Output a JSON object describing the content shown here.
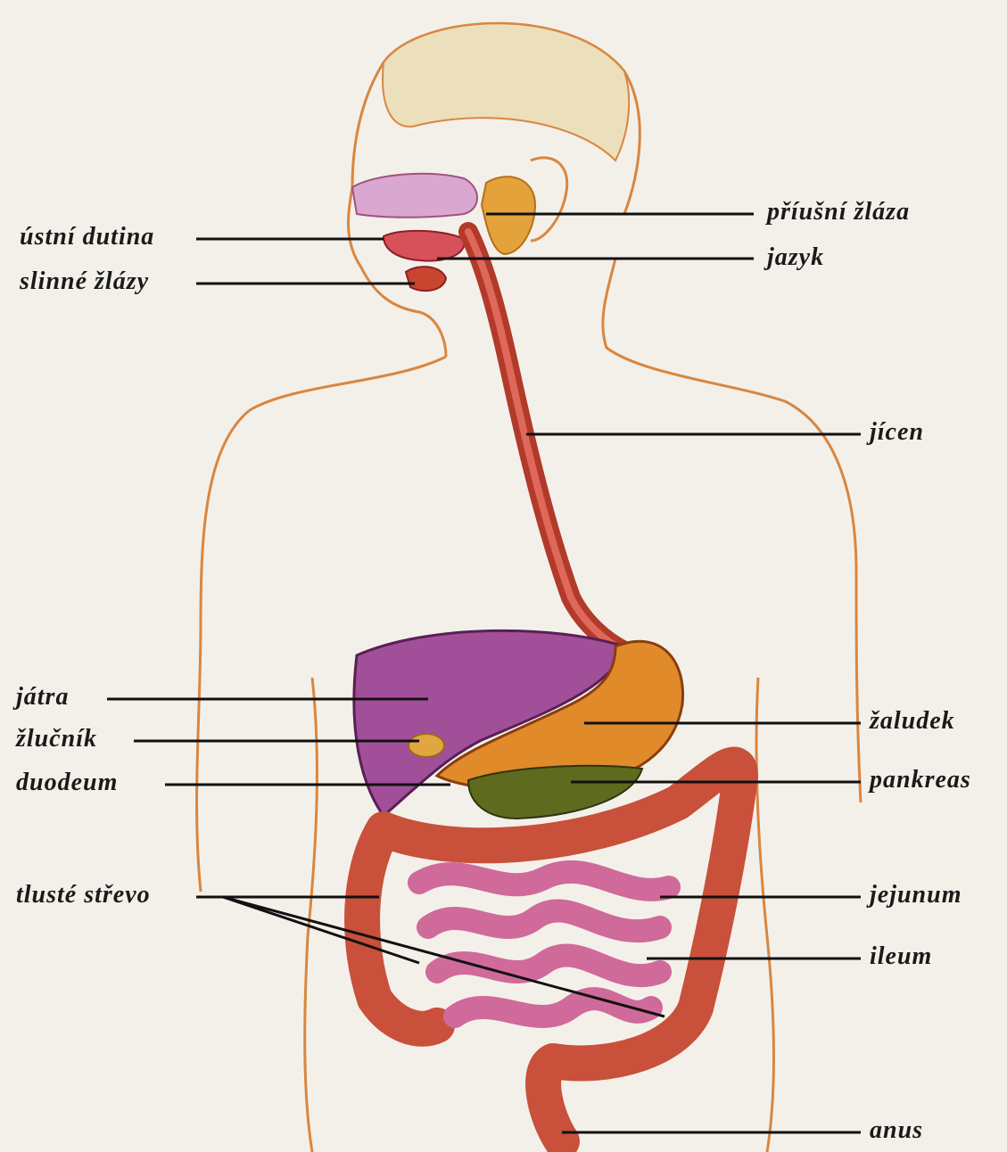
{
  "diagram": {
    "colors": {
      "background": "#f3f0ea",
      "skin_outline": "#d9863f",
      "hair": "#e8d9b0",
      "esophagus": "#c0392b",
      "liver": "#a24f9a",
      "stomach": "#e08a2a",
      "pancreas": "#5e6b1e",
      "colon": "#c9503a",
      "small_intestine": "#d06a9a",
      "gallbladder": "#e0a640",
      "leader_line": "#111111"
    },
    "labels": {
      "oral_cavity": "ústní dutina",
      "salivary_glands": "slinné žlázy",
      "parotid_gland": "příušní žláza",
      "tongue": "jazyk",
      "esophagus": "jícen",
      "liver": "játra",
      "gallbladder": "žlučník",
      "duodenum": "duodeum",
      "stomach": "žaludek",
      "pancreas": "pankreas",
      "large_intestine": "tlusté střevo",
      "jejunum": "jejunum",
      "ileum": "ileum",
      "anus": "anus"
    }
  }
}
